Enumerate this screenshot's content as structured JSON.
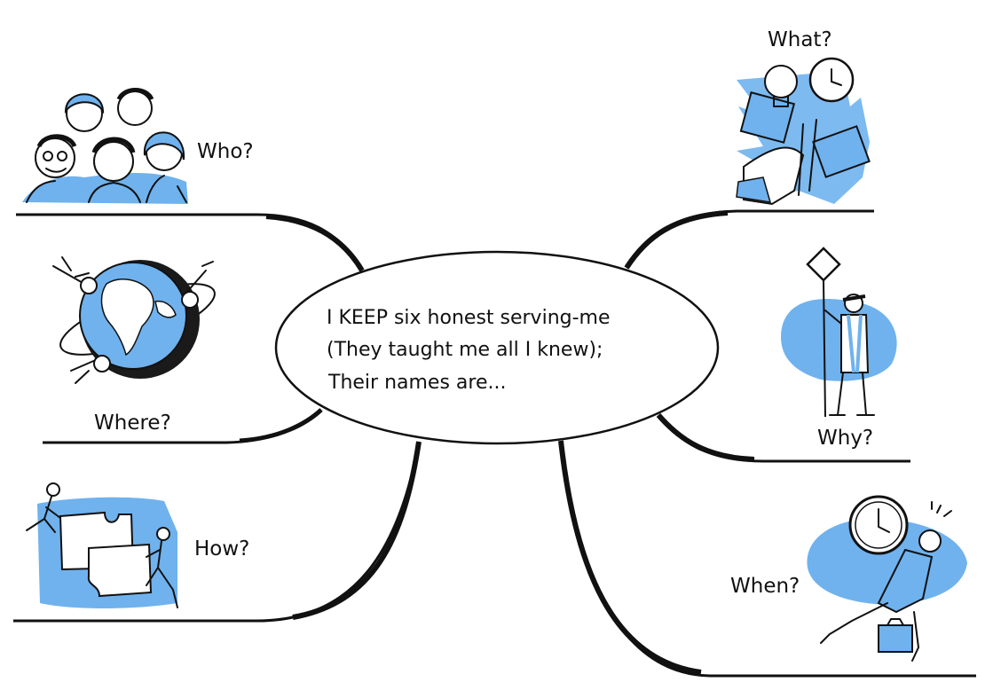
{
  "center": {
    "line1": "I KEEP six honest serving-me",
    "line2": "(They taught me all I knew);",
    "line3": "Their names are..."
  },
  "branches": {
    "who": "Who?",
    "where": "Where?",
    "how": "How?",
    "what": "What?",
    "why": "Why?",
    "when": "When?"
  },
  "colors": {
    "accent_blue": "#6fb2ee",
    "ink": "#111111"
  }
}
